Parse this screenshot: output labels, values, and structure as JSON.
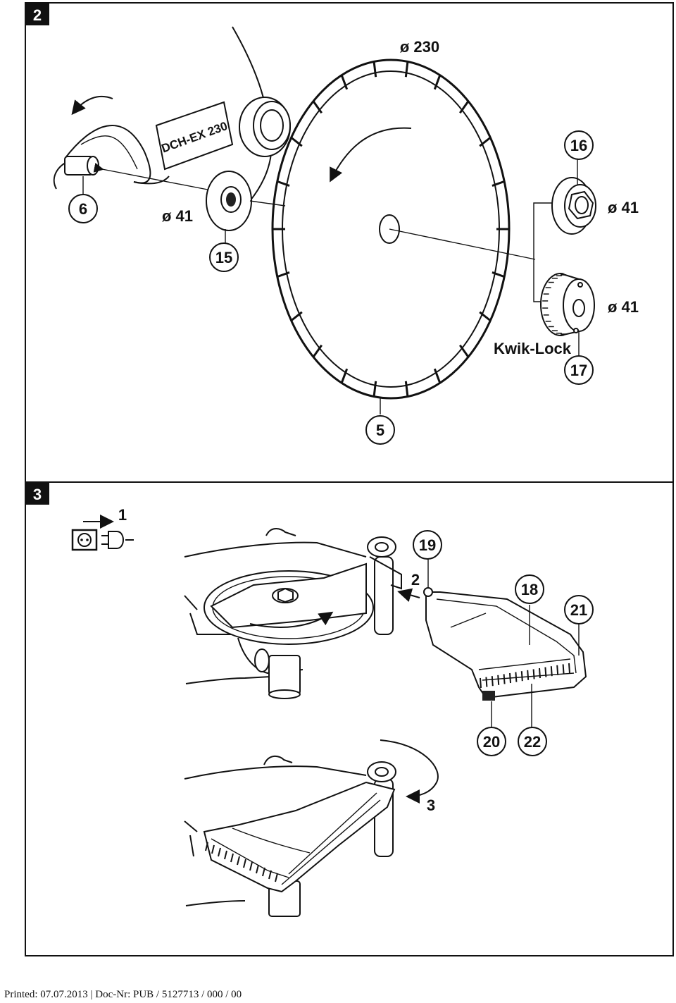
{
  "panel2": {
    "number": "2",
    "blade_diameter": "ø 230",
    "flange_diameter_left": "ø 41",
    "flange_diameter_nut": "ø 41",
    "flange_diameter_kwiklock": "ø 41",
    "kwiklock_label": "Kwik-Lock",
    "machine_label": "DCH-EX 230",
    "callouts": [
      "6",
      "15",
      "16",
      "17",
      "5"
    ]
  },
  "panel3": {
    "number": "3",
    "step_1": "1",
    "step_2": "2",
    "step_3": "3",
    "callouts": [
      "19",
      "18",
      "21",
      "20",
      "22"
    ]
  },
  "footer": {
    "text": "Printed: 07.07.2013 | Doc-Nr: PUB / 5127713 / 000 / 00"
  }
}
